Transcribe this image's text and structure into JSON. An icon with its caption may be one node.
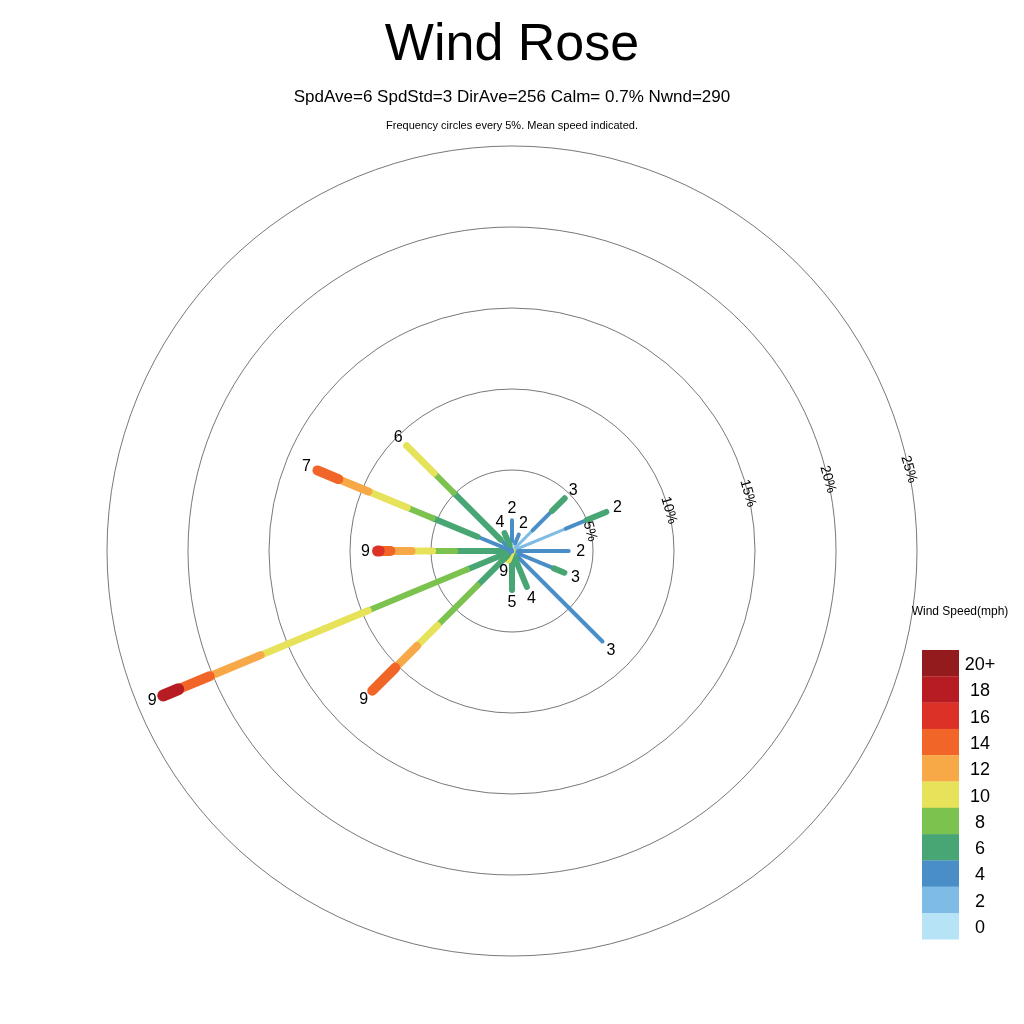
{
  "diagram": {
    "title": "Wind Rose",
    "labels": [
      "SpdAve=6  SpdStd=3  DirAve=256   Calm= 0.7%  Nwnd=290",
      "Frequency circles every 5%. Mean speed indicated.",
      "5%",
      "10%",
      "15%",
      "20%",
      "25%",
      "Wind Speed(mph)",
      "6",
      "7",
      "3",
      "2",
      "2",
      "4",
      "2",
      "2",
      "9",
      "9",
      "3",
      "4",
      "5",
      "3",
      "9",
      "9"
    ],
    "legend": [
      {
        "text": "20+",
        "color": "#931a1d"
      },
      {
        "text": "18",
        "color": "#b81c23"
      },
      {
        "text": "16",
        "color": "#dc3127"
      },
      {
        "text": "14",
        "color": "#f26529"
      },
      {
        "text": "12",
        "color": "#f8a947"
      },
      {
        "text": "10",
        "color": "#e6e25a"
      },
      {
        "text": "8",
        "color": "#7cc24e"
      },
      {
        "text": "6",
        "color": "#48a674"
      },
      {
        "text": "4",
        "color": "#4a8ec7"
      },
      {
        "text": "2",
        "color": "#7ebbe5"
      },
      {
        "text": "0",
        "color": "#b7e3f7"
      }
    ]
  }
}
